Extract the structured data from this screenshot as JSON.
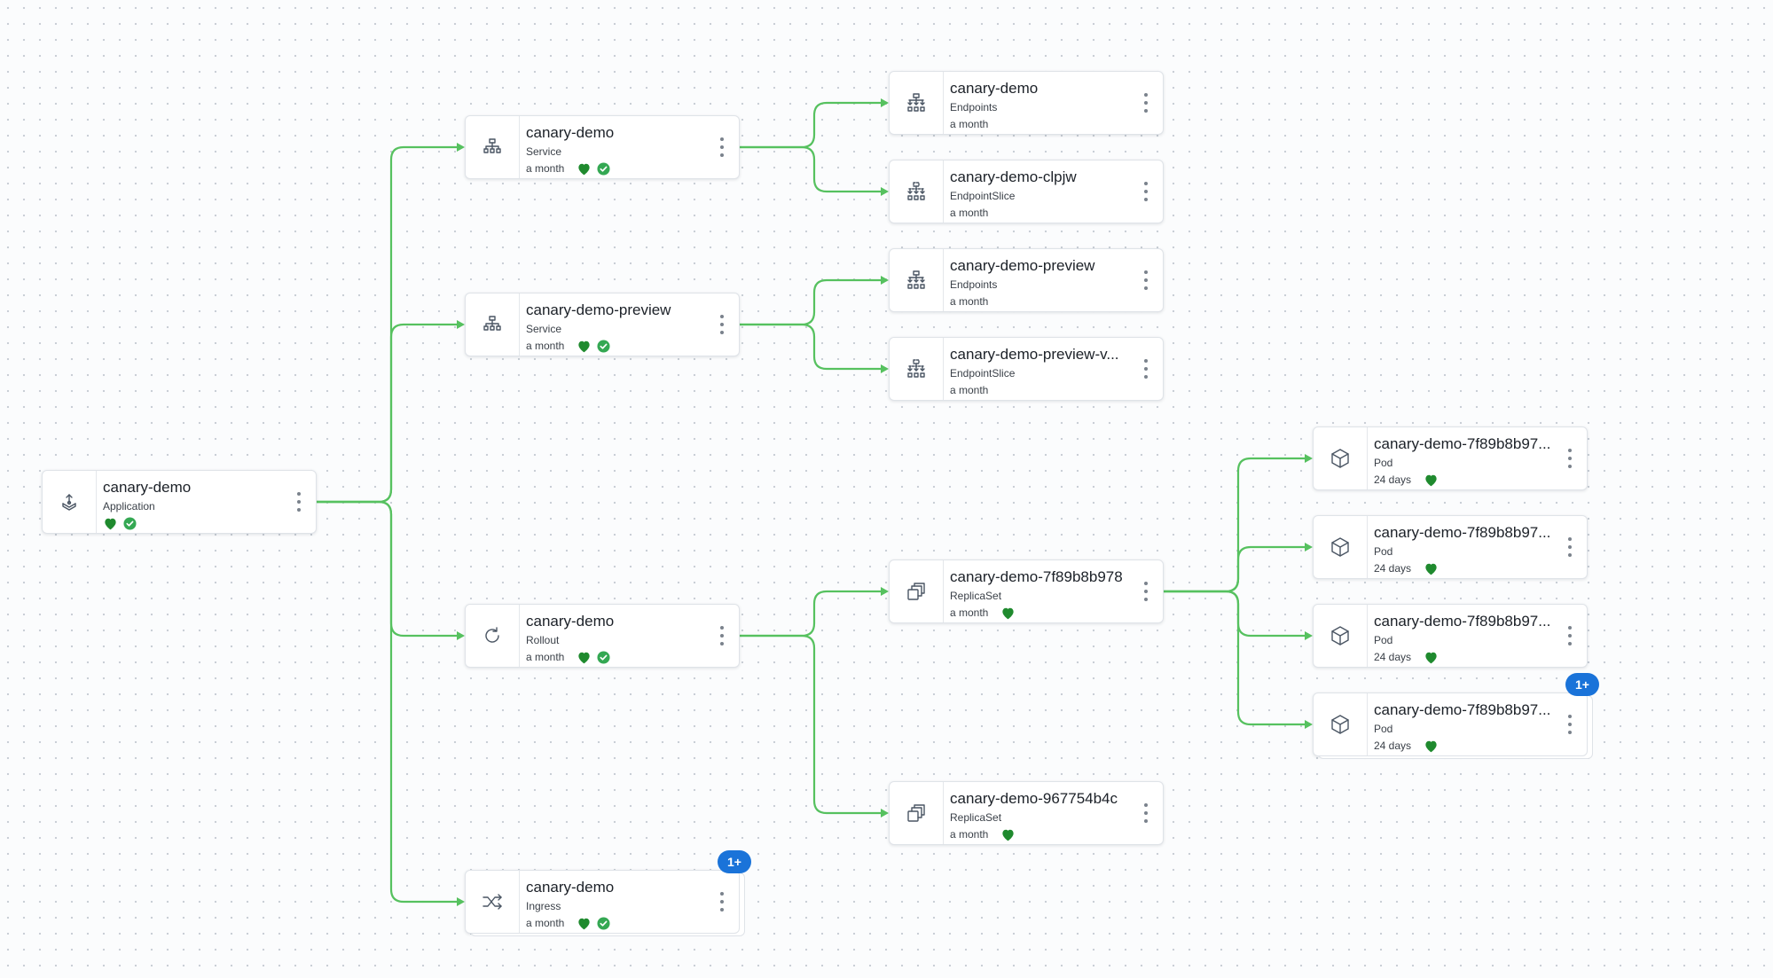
{
  "nodes": [
    {
      "id": "app",
      "title": "canary-demo",
      "kind": "Application",
      "age": "",
      "icon": "application-icon",
      "heart": true,
      "check": true
    },
    {
      "id": "svc1",
      "title": "canary-demo",
      "kind": "Service",
      "age": "a month",
      "icon": "service-icon",
      "heart": true,
      "check": true
    },
    {
      "id": "svc2",
      "title": "canary-demo-preview",
      "kind": "Service",
      "age": "a month",
      "icon": "service-icon",
      "heart": true,
      "check": true
    },
    {
      "id": "rollout",
      "title": "canary-demo",
      "kind": "Rollout",
      "age": "a month",
      "icon": "rollout-icon",
      "heart": true,
      "check": true
    },
    {
      "id": "ingress",
      "title": "canary-demo",
      "kind": "Ingress",
      "age": "a month",
      "icon": "ingress-icon",
      "heart": true,
      "check": true,
      "badge": "1+"
    },
    {
      "id": "ep1",
      "title": "canary-demo",
      "kind": "Endpoints",
      "age": "a month",
      "icon": "endpoints-icon",
      "heart": false,
      "check": false
    },
    {
      "id": "eps1",
      "title": "canary-demo-clpjw",
      "kind": "EndpointSlice",
      "age": "a month",
      "icon": "endpointslice-icon",
      "heart": false,
      "check": false
    },
    {
      "id": "ep2",
      "title": "canary-demo-preview",
      "kind": "Endpoints",
      "age": "a month",
      "icon": "endpoints-icon",
      "heart": false,
      "check": false
    },
    {
      "id": "eps2",
      "title": "canary-demo-preview-v...",
      "kind": "EndpointSlice",
      "age": "a month",
      "icon": "endpointslice-icon",
      "heart": false,
      "check": false
    },
    {
      "id": "rs1",
      "title": "canary-demo-7f89b8b978",
      "kind": "ReplicaSet",
      "age": "a month",
      "icon": "replicaset-icon",
      "heart": true,
      "check": false
    },
    {
      "id": "rs2",
      "title": "canary-demo-967754b4c",
      "kind": "ReplicaSet",
      "age": "a month",
      "icon": "replicaset-icon",
      "heart": true,
      "check": false
    },
    {
      "id": "pod1",
      "title": "canary-demo-7f89b8b97...",
      "kind": "Pod",
      "age": "24 days",
      "icon": "pod-icon",
      "heart": true,
      "check": false
    },
    {
      "id": "pod2",
      "title": "canary-demo-7f89b8b97...",
      "kind": "Pod",
      "age": "24 days",
      "icon": "pod-icon",
      "heart": true,
      "check": false
    },
    {
      "id": "pod3",
      "title": "canary-demo-7f89b8b97...",
      "kind": "Pod",
      "age": "24 days",
      "icon": "pod-icon",
      "heart": true,
      "check": false
    },
    {
      "id": "pod4",
      "title": "canary-demo-7f89b8b97...",
      "kind": "Pod",
      "age": "24 days",
      "icon": "pod-icon",
      "heart": true,
      "check": false,
      "badge": "1+"
    }
  ],
  "colors": {
    "edge": "#56c15f",
    "healthy": "#1f8a2e",
    "synced": "#34a853",
    "badge": "#1a73d9"
  }
}
